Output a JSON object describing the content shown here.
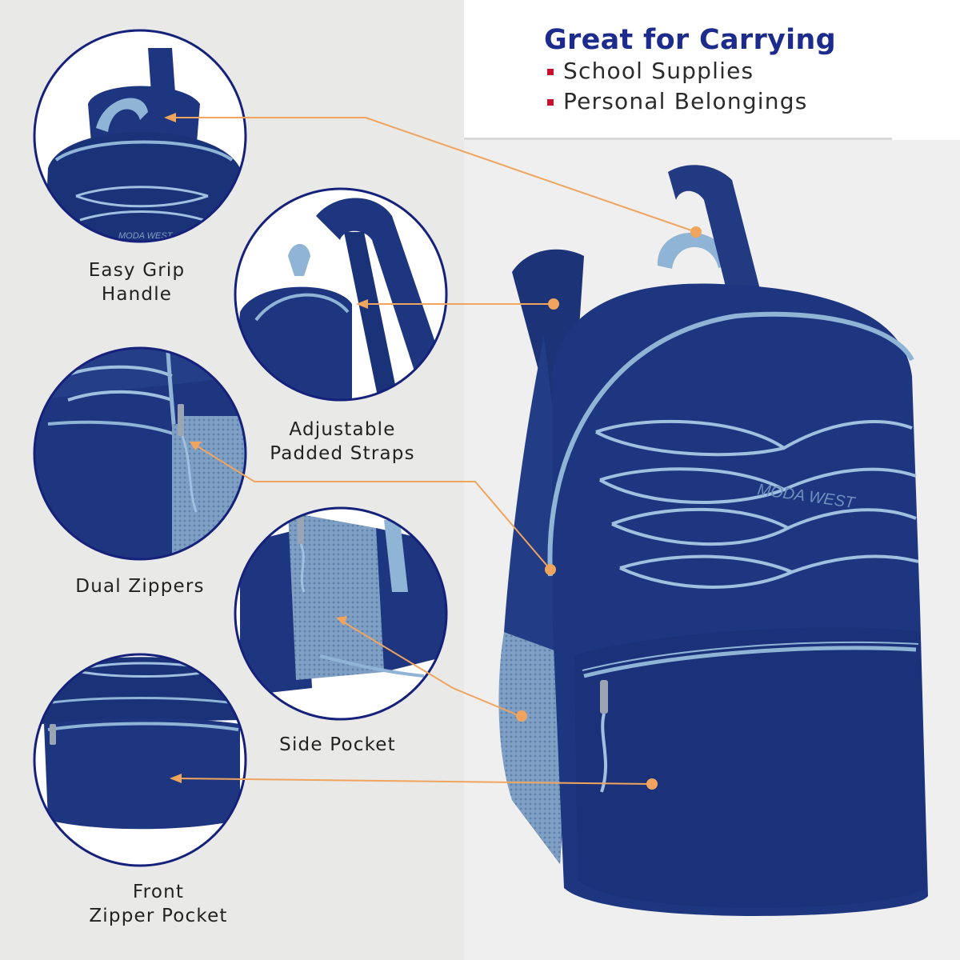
{
  "header": {
    "headline": "Great for Carrying",
    "bullets": [
      "School Supplies",
      "Personal Belongings"
    ]
  },
  "features": {
    "handle": {
      "line1": "Easy Grip",
      "line2": "Handle"
    },
    "straps": {
      "line1": "Adjustable",
      "line2": "Padded Straps"
    },
    "zippers": {
      "line1": "Dual Zippers"
    },
    "side": {
      "line1": "Side Pocket"
    },
    "front": {
      "line1": "Front",
      "line2": "Zipper Pocket"
    }
  },
  "brand": {
    "logo_text": "MODA WEST"
  },
  "colors": {
    "navy": "#1d2f6e",
    "accent_light_blue": "#8fb4d6",
    "callout_orange": "#f0a45e",
    "headline_blue": "#1d2c8c",
    "bullet_red": "#c8102e"
  }
}
